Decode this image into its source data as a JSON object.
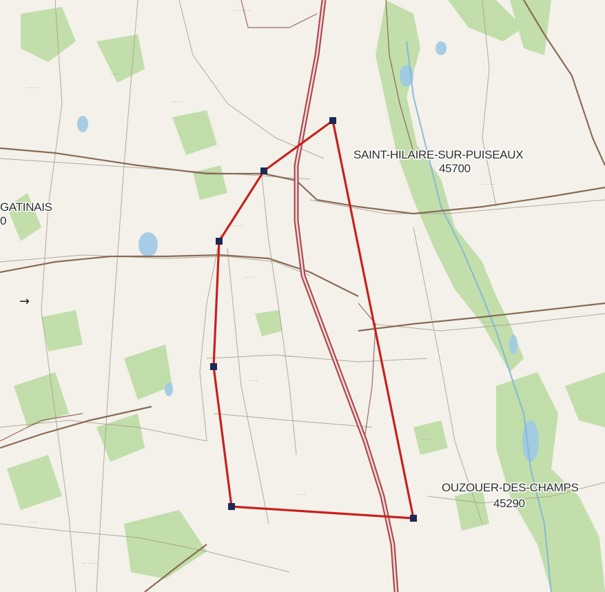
{
  "places": [
    {
      "id": "saint-hilaire",
      "name": "SAINT-HILAIRE-SUR-PUISEAUX",
      "postcode": "45700"
    },
    {
      "id": "ouzouer",
      "name": "OUZOUER-DES-CHAMPS",
      "postcode": "45290"
    },
    {
      "id": "gatinais",
      "name": "GATINAIS",
      "postcode": ""
    }
  ],
  "edge_label": "0",
  "arrow_glyph": "→",
  "colors": {
    "paper": "#f3f1ea",
    "boundary_polygon": "#c8201d",
    "vertex_marker": "#1e2756",
    "motorway": "#b04a4f",
    "road": "#8a6a55",
    "woodland": "#b9dba0",
    "water": "#9ec9e6"
  },
  "icons": [
    "vertex-marker-icon",
    "arrow-icon"
  ]
}
